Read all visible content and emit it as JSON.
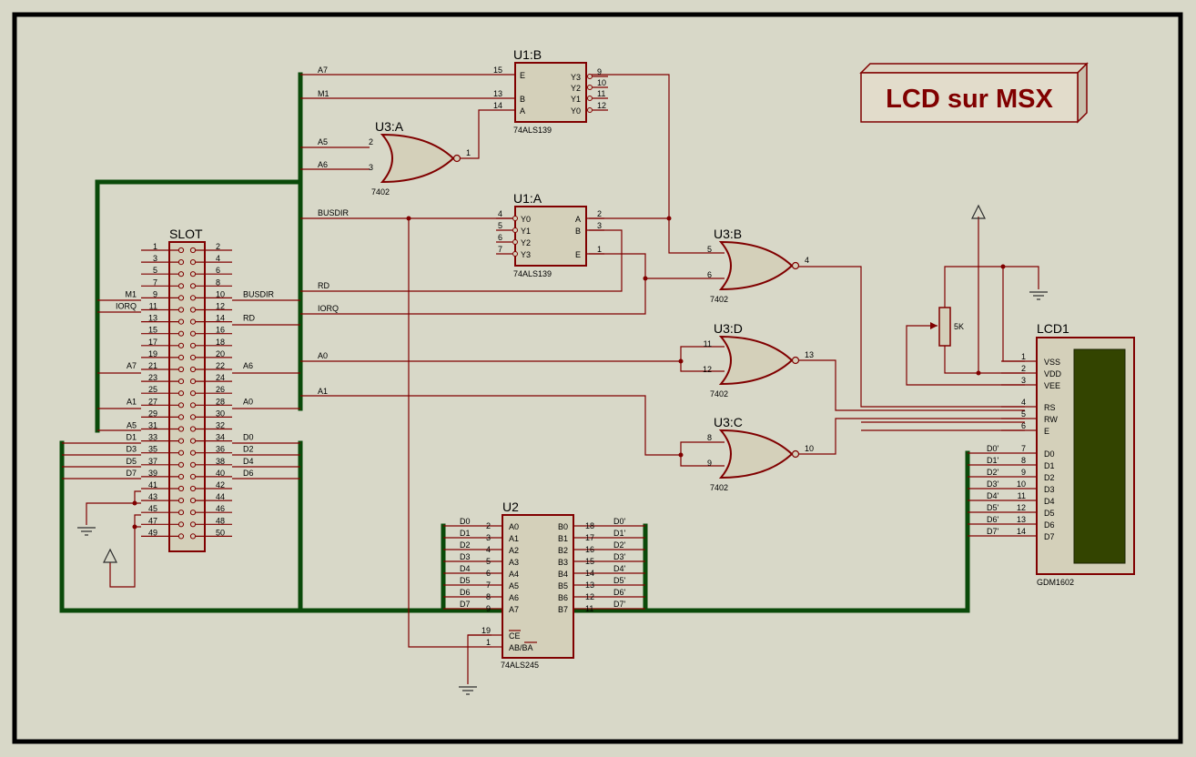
{
  "title": "LCD sur MSX",
  "slot": {
    "ref": "SLOT",
    "left_pins": [
      "1",
      "3",
      "5",
      "7",
      "9",
      "11",
      "13",
      "15",
      "17",
      "19",
      "21",
      "23",
      "25",
      "27",
      "29",
      "31",
      "33",
      "35",
      "37",
      "39",
      "41",
      "43",
      "45",
      "47",
      "49"
    ],
    "right_pins": [
      "2",
      "4",
      "6",
      "8",
      "10",
      "12",
      "14",
      "16",
      "18",
      "20",
      "22",
      "24",
      "26",
      "28",
      "30",
      "32",
      "34",
      "36",
      "38",
      "40",
      "42",
      "44",
      "46",
      "48",
      "50"
    ],
    "left_signals": {
      "9": "M1",
      "11": "IORQ",
      "21": "A7",
      "27": "A1",
      "31": "A5",
      "33": "D1",
      "35": "D3",
      "37": "D5",
      "39": "D7"
    },
    "right_signals": {
      "10": "BUSDIR",
      "14": "RD",
      "22": "A6",
      "28": "A0",
      "34": "D0",
      "36": "D2",
      "38": "D4",
      "40": "D6"
    }
  },
  "bus_labels": {
    "a7": "A7",
    "m1": "M1",
    "a5": "A5",
    "a6": "A6",
    "busdir": "BUSDIR",
    "rd": "RD",
    "iorq": "IORQ",
    "a0": "A0",
    "a1": "A1"
  },
  "u1b": {
    "ref": "U1:B",
    "part": "74ALS139",
    "in_pins": [
      [
        "15",
        "E"
      ],
      [
        "13",
        "B"
      ],
      [
        "14",
        "A"
      ]
    ],
    "out_pins": [
      [
        "Y3",
        "9"
      ],
      [
        "Y2",
        "10"
      ],
      [
        "Y1",
        "11"
      ],
      [
        "Y0",
        "12"
      ]
    ]
  },
  "u1a": {
    "ref": "U1:A",
    "part": "74ALS139",
    "out_pins": [
      [
        "4",
        "Y0"
      ],
      [
        "5",
        "Y1"
      ],
      [
        "6",
        "Y2"
      ],
      [
        "7",
        "Y3"
      ]
    ],
    "in_pins": [
      [
        "A",
        "2"
      ],
      [
        "B",
        "3"
      ],
      [
        "E",
        "1"
      ]
    ]
  },
  "u3a": {
    "ref": "U3:A",
    "part": "7402",
    "pins": [
      "2",
      "3",
      "1"
    ]
  },
  "u3b": {
    "ref": "U3:B",
    "part": "7402",
    "pins": [
      "5",
      "6",
      "4"
    ]
  },
  "u3d": {
    "ref": "U3:D",
    "part": "7402",
    "pins": [
      "11",
      "12",
      "13"
    ]
  },
  "u3c": {
    "ref": "U3:C",
    "part": "7402",
    "pins": [
      "8",
      "9",
      "10"
    ]
  },
  "u2": {
    "ref": "U2",
    "part": "74ALS245",
    "a_nets": [
      "D0",
      "D1",
      "D2",
      "D3",
      "D4",
      "D5",
      "D6",
      "D7"
    ],
    "a_pin_nums": [
      "2",
      "3",
      "4",
      "5",
      "6",
      "7",
      "8",
      "9"
    ],
    "a_labels": [
      "A0",
      "A1",
      "A2",
      "A3",
      "A4",
      "A5",
      "A6",
      "A7"
    ],
    "b_labels": [
      "B0",
      "B1",
      "B2",
      "B3",
      "B4",
      "B5",
      "B6",
      "B7"
    ],
    "b_pin_nums": [
      "18",
      "17",
      "16",
      "15",
      "14",
      "13",
      "12",
      "11"
    ],
    "b_nets": [
      "D0'",
      "D1'",
      "D2'",
      "D3'",
      "D4'",
      "D5'",
      "D6'",
      "D7'"
    ],
    "ce_pin": "19",
    "ce_label": "CE",
    "dir_pin": "1",
    "dir_label": "AB/BA"
  },
  "lcd": {
    "ref": "LCD1",
    "part": "GDM1602",
    "pins": [
      [
        "1",
        "VSS"
      ],
      [
        "2",
        "VDD"
      ],
      [
        "3",
        "VEE"
      ],
      [
        "4",
        "RS"
      ],
      [
        "5",
        "RW"
      ],
      [
        "6",
        "E"
      ],
      [
        "7",
        "D0"
      ],
      [
        "8",
        "D1"
      ],
      [
        "9",
        "D2"
      ],
      [
        "10",
        "D3"
      ],
      [
        "11",
        "D4"
      ],
      [
        "12",
        "D5"
      ],
      [
        "13",
        "D6"
      ],
      [
        "14",
        "D7"
      ]
    ],
    "data_nets": [
      "D0'",
      "D1'",
      "D2'",
      "D3'",
      "D4'",
      "D5'",
      "D6'",
      "D7'"
    ]
  },
  "pot": {
    "value": "5K"
  },
  "colors": {
    "wire": "#800000",
    "bus": "#0a4a0a",
    "body": "#d4d0ba",
    "background": "#d8d8c8",
    "lcd_screen": "#334400",
    "title_text": "#800000"
  }
}
